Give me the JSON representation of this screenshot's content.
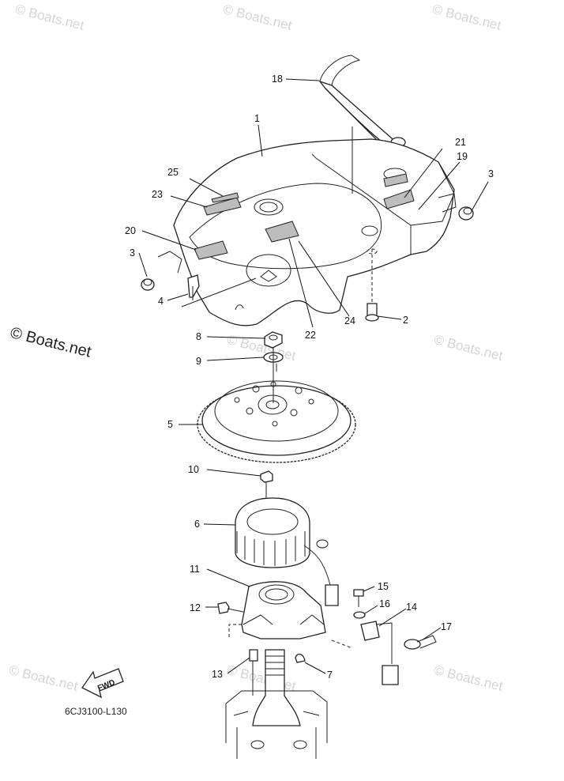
{
  "watermarks": {
    "main": "© Boats.net",
    "faint": "© Boats.net"
  },
  "diagram_code": "6CJ3100-L130",
  "fwd_label": "FWD",
  "callouts": [
    {
      "id": "1",
      "label": "1"
    },
    {
      "id": "2",
      "label": "2"
    },
    {
      "id": "3a",
      "label": "3"
    },
    {
      "id": "3b",
      "label": "3"
    },
    {
      "id": "4",
      "label": "4"
    },
    {
      "id": "5",
      "label": "5"
    },
    {
      "id": "6",
      "label": "6"
    },
    {
      "id": "7",
      "label": "7"
    },
    {
      "id": "8",
      "label": "8"
    },
    {
      "id": "9",
      "label": "9"
    },
    {
      "id": "10",
      "label": "10"
    },
    {
      "id": "11",
      "label": "11"
    },
    {
      "id": "12",
      "label": "12"
    },
    {
      "id": "13",
      "label": "13"
    },
    {
      "id": "14",
      "label": "14"
    },
    {
      "id": "15",
      "label": "15"
    },
    {
      "id": "16",
      "label": "16"
    },
    {
      "id": "17",
      "label": "17"
    },
    {
      "id": "18",
      "label": "18"
    },
    {
      "id": "19",
      "label": "19"
    },
    {
      "id": "20",
      "label": "20"
    },
    {
      "id": "21",
      "label": "21"
    },
    {
      "id": "22",
      "label": "22"
    },
    {
      "id": "23",
      "label": "23"
    },
    {
      "id": "24",
      "label": "24"
    },
    {
      "id": "25",
      "label": "25"
    }
  ]
}
